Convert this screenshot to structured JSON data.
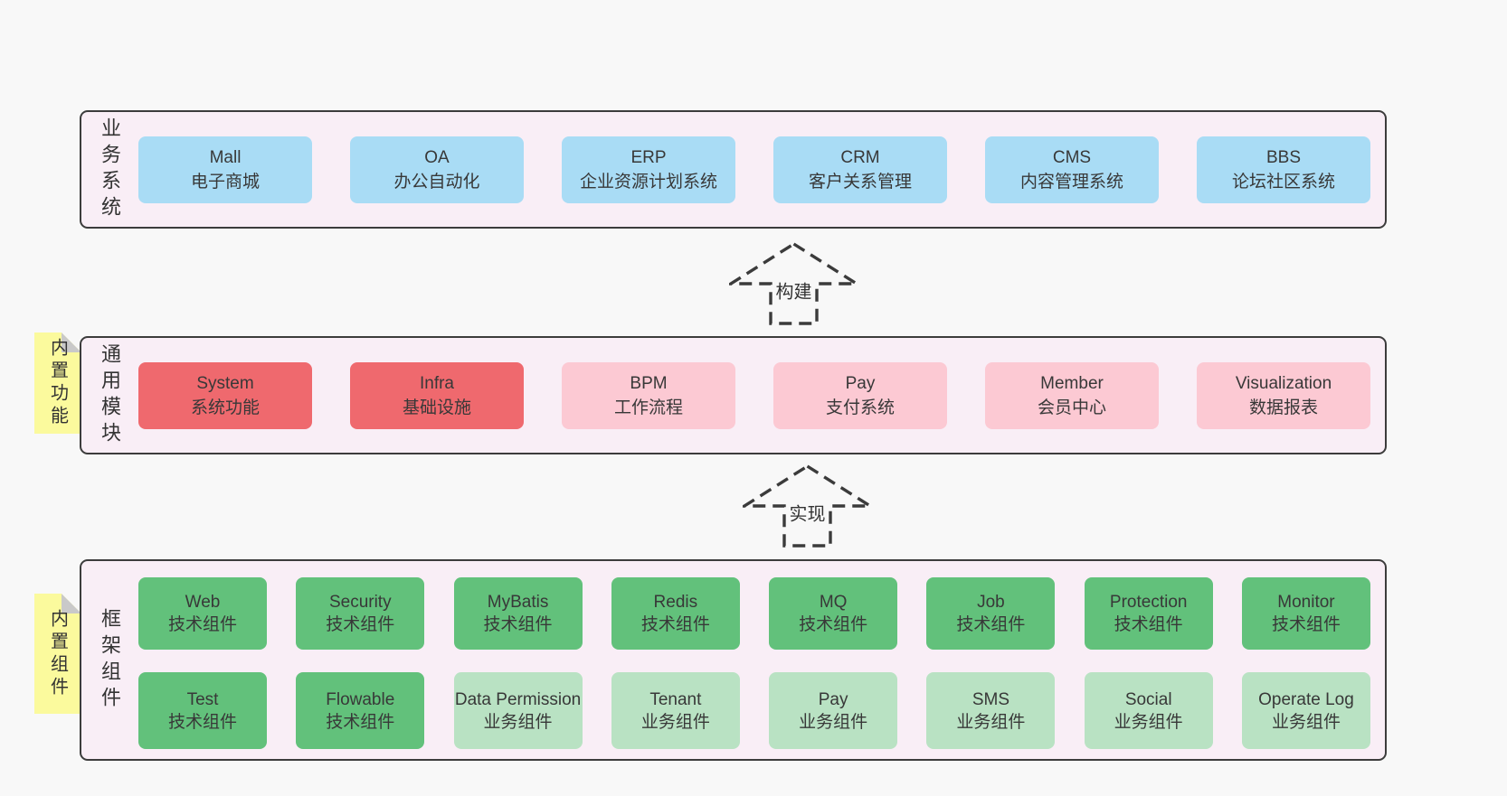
{
  "colors": {
    "background": "#f8f8f8",
    "panel_bg": "#f9eef6",
    "panel_border": "#3c3c3c",
    "blue_box": "#a9dcf5",
    "red_box": "#ef696e",
    "pink_box": "#fcc9d3",
    "green_box": "#62c17b",
    "light_green_box": "#b9e2c3",
    "yellow_tab": "#fbfa9d",
    "tab_fold": "#c9c9c9",
    "text": "#363636"
  },
  "business_section": {
    "label": "业务系统",
    "boxes": [
      {
        "name": "Mall",
        "desc": "电子商城"
      },
      {
        "name": "OA",
        "desc": "办公自动化"
      },
      {
        "name": "ERP",
        "desc": "企业资源计划系统"
      },
      {
        "name": "CRM",
        "desc": "客户关系管理"
      },
      {
        "name": "CMS",
        "desc": "内容管理系统"
      },
      {
        "name": "BBS",
        "desc": "论坛社区系统"
      }
    ]
  },
  "build_arrow": {
    "label": "构建"
  },
  "module_section": {
    "label": "通用模块",
    "tab": "内置功能",
    "boxes": [
      {
        "name": "System",
        "desc": "系统功能"
      },
      {
        "name": "Infra",
        "desc": "基础设施"
      },
      {
        "name": "BPM",
        "desc": "工作流程"
      },
      {
        "name": "Pay",
        "desc": "支付系统"
      },
      {
        "name": "Member",
        "desc": "会员中心"
      },
      {
        "name": "Visualization",
        "desc": "数据报表"
      }
    ]
  },
  "implement_arrow": {
    "label": "实现"
  },
  "component_section": {
    "label": "框架组件",
    "tab": "内置组件",
    "tech_row": [
      {
        "name": "Web",
        "desc": "技术组件"
      },
      {
        "name": "Security",
        "desc": "技术组件"
      },
      {
        "name": "MyBatis",
        "desc": "技术组件"
      },
      {
        "name": "Redis",
        "desc": "技术组件"
      },
      {
        "name": "MQ",
        "desc": "技术组件"
      },
      {
        "name": "Job",
        "desc": "技术组件"
      },
      {
        "name": "Protection",
        "desc": "技术组件"
      },
      {
        "name": "Monitor",
        "desc": "技术组件"
      }
    ],
    "biz_row": [
      {
        "name": "Test",
        "desc": "技术组件"
      },
      {
        "name": "Flowable",
        "desc": "技术组件"
      },
      {
        "name": "Data Permission",
        "desc": "业务组件"
      },
      {
        "name": "Tenant",
        "desc": "业务组件"
      },
      {
        "name": "Pay",
        "desc": "业务组件"
      },
      {
        "name": "SMS",
        "desc": "业务组件"
      },
      {
        "name": "Social",
        "desc": "业务组件"
      },
      {
        "name": "Operate Log",
        "desc": "业务组件"
      }
    ]
  }
}
